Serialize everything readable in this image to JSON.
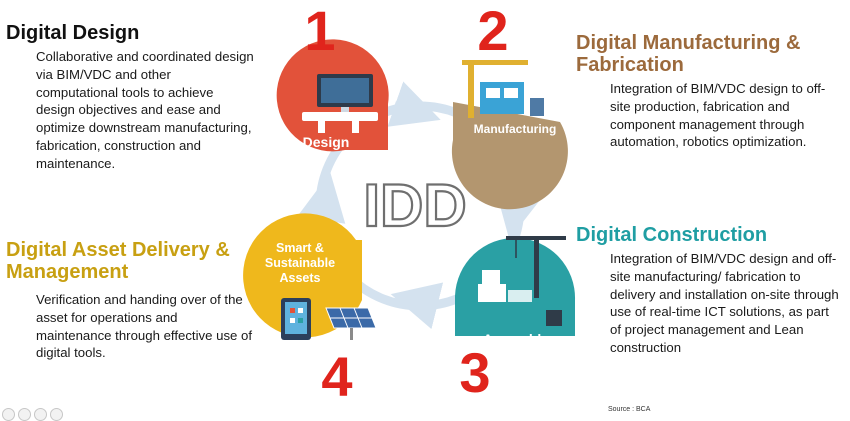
{
  "center_label": "IDD",
  "source": "Source : BCA",
  "sections": {
    "digital_design": {
      "title": "Digital Design",
      "description": "Collaborative and coordinated design via BIM/VDC and other computational tools to achieve design objectives and ease and optimize downstream manufacturing, fabrication, construction and maintenance."
    },
    "digital_manufacturing": {
      "title": "Digital Manufacturing & Fabrication",
      "description": "Integration of BIM/VDC design to off-site production, fabrication and component management through automation, robotics optimization."
    },
    "digital_construction": {
      "title": "Digital Construction",
      "description": "Integration of BIM/VDC design and off-site manufacturing/ fabrication to delivery and installation on-site through use of real-time ICT solutions, as part of project management and Lean construction"
    },
    "digital_asset": {
      "title": "Digital Asset Delivery & Management",
      "description": "Verification and handing over of the asset for operations and maintenance through effective use of digital tools."
    }
  },
  "petals": {
    "design": {
      "number": "1",
      "label": "Design"
    },
    "manufacturing": {
      "number": "2",
      "label": "Manufacturing"
    },
    "assembly": {
      "number": "3",
      "label": "Assembly"
    },
    "assets": {
      "number": "4",
      "label_line1": "Smart &",
      "label_line2": "Sustainable",
      "label_line3": "Assets"
    }
  },
  "colors": {
    "design": "#e2523a",
    "manufacturing": "#b3966f",
    "assembly": "#2aa0a4",
    "assets": "#efb81c",
    "cycle": "#d4e2ef",
    "number": "#e0241c"
  }
}
